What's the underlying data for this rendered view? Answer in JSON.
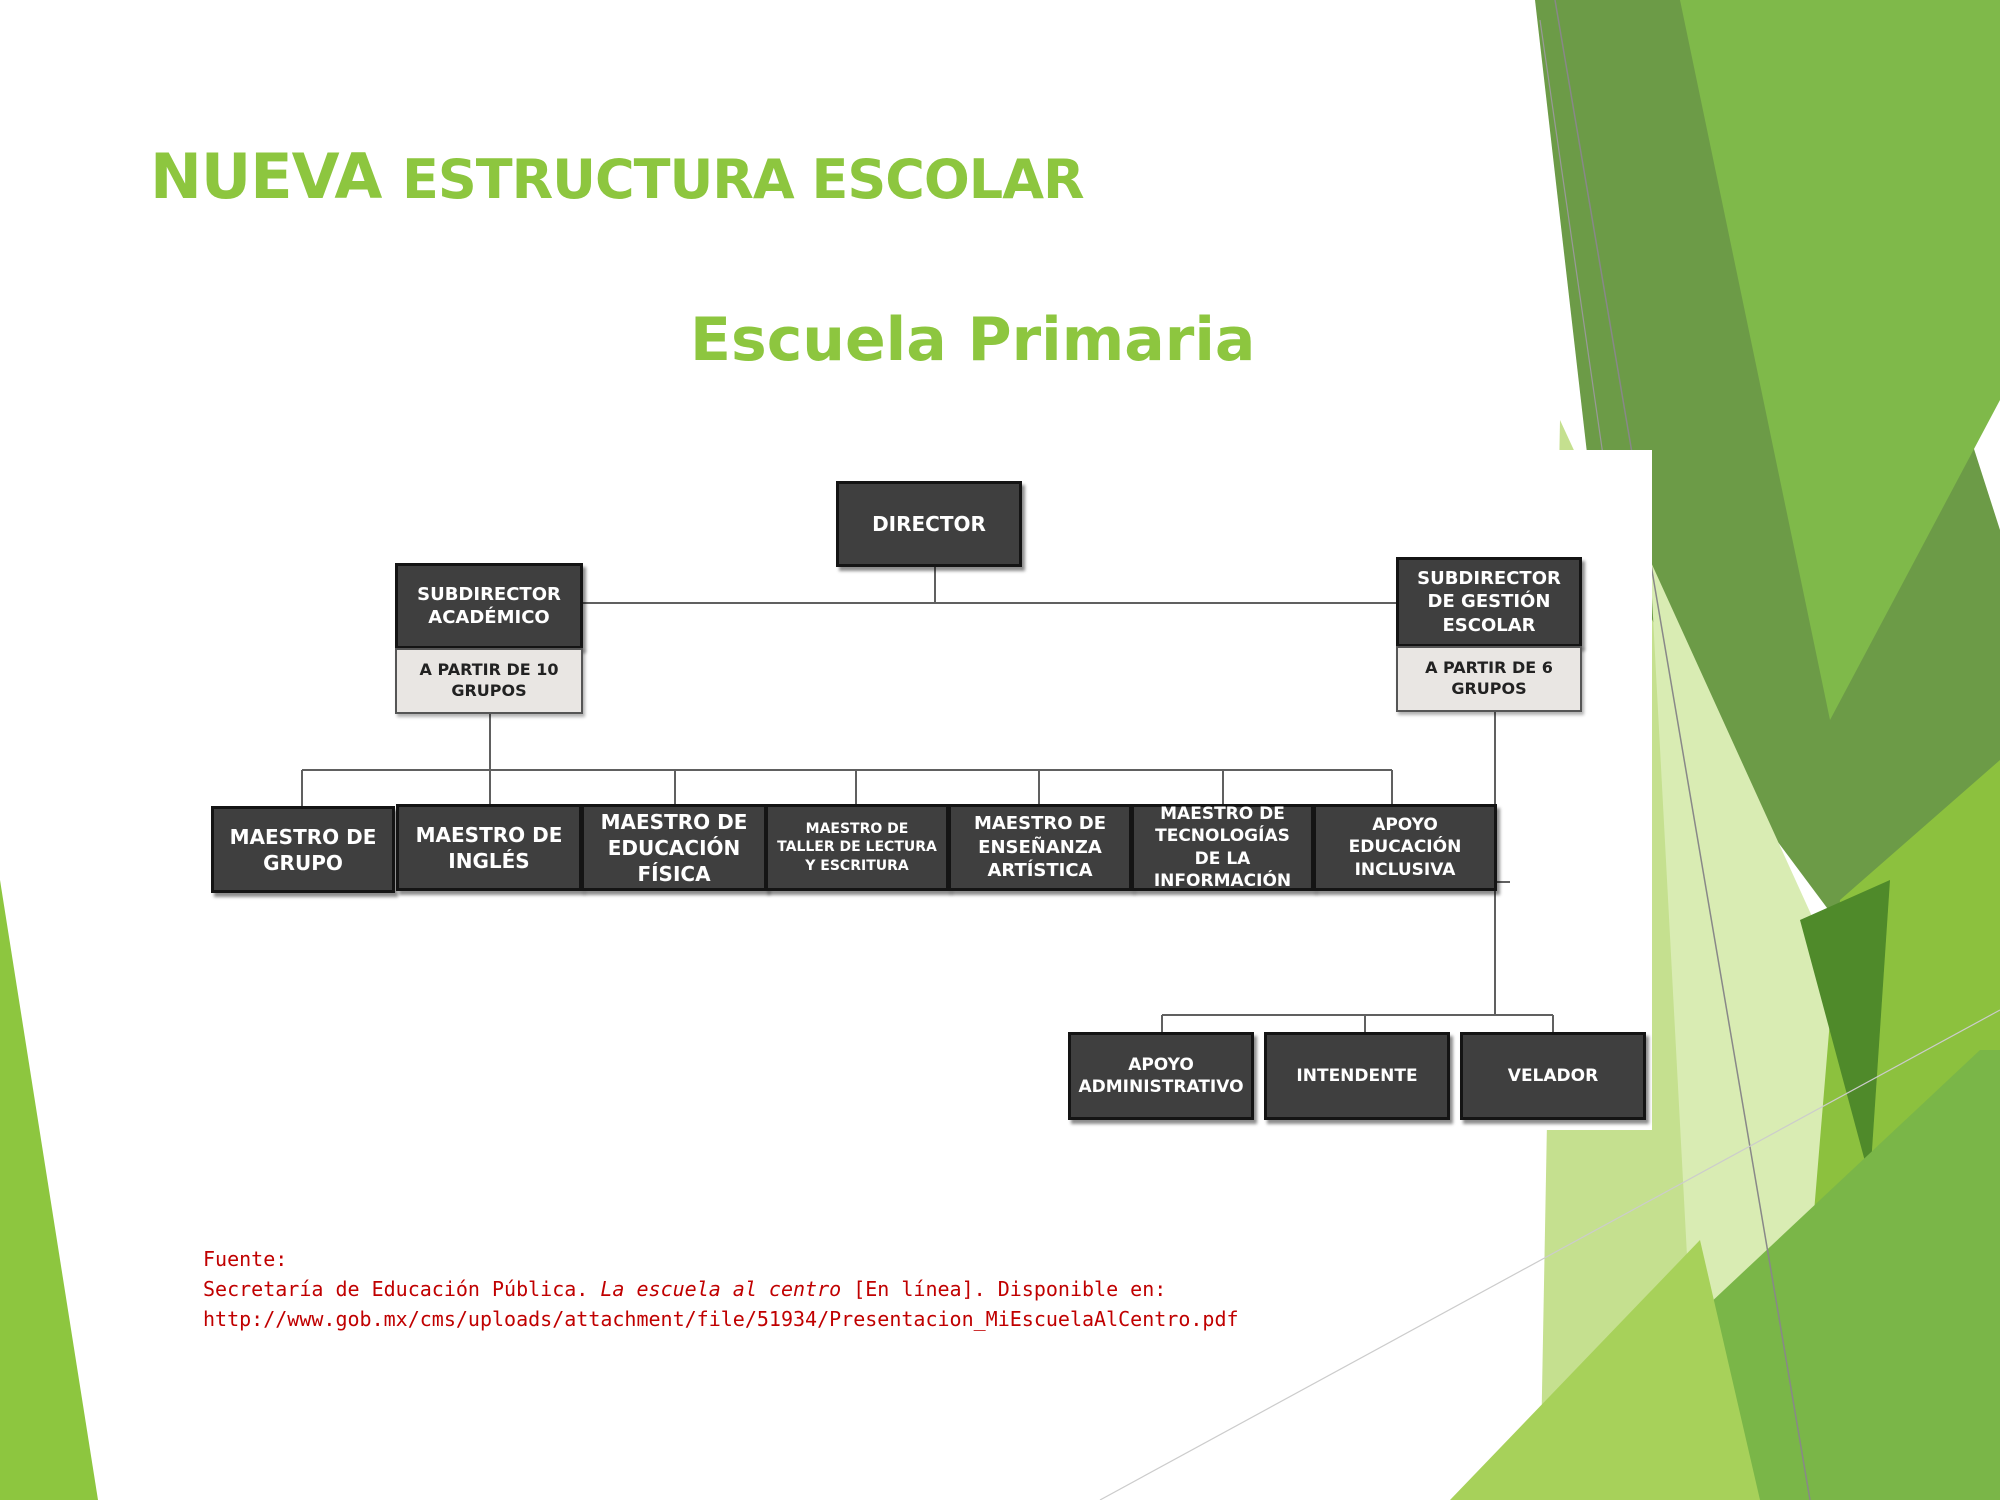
{
  "slide": {
    "title_part1": "NUEVA",
    "title_part2": "ESTRUCTURA ESCOLAR",
    "subtitle": "Escuela Primaria"
  },
  "colors": {
    "title": "#8dc63f",
    "box_dark": "#3f3f3f",
    "box_light": "#e9e6e3",
    "connector": "#606060",
    "source_text": "#c00000",
    "deco_greens": [
      "#8dc63f",
      "#7ab648",
      "#5f9636",
      "#a7d15a",
      "#c5e08f",
      "#d9ecb3"
    ]
  },
  "org_chart": {
    "director": "DIRECTOR",
    "subdirector_academico": "SUBDIRECTOR ACADÉMICO",
    "subdirector_academico_note": "A PARTIR DE 10 GRUPOS",
    "subdirector_gestion": "SUBDIRECTOR DE GESTIÓN ESCOLAR",
    "subdirector_gestion_note": "A PARTIR DE 6 GRUPOS",
    "teachers": [
      "MAESTRO DE GRUPO",
      "MAESTRO DE INGLÉS",
      "MAESTRO DE EDUCACIÓN FÍSICA",
      "MAESTRO DE TALLER DE LECTURA Y ESCRITURA",
      "MAESTRO DE ENSEÑANZA ARTÍSTICA",
      "MAESTRO DE TECNOLOGÍAS DE LA INFORMACIÓN",
      "APOYO EDUCACIÓN INCLUSIVA"
    ],
    "support_staff": [
      "APOYO ADMINISTRATIVO",
      "INTENDENTE",
      "VELADOR"
    ]
  },
  "source": {
    "label": "Fuente:",
    "text_before": "Secretaría de Educación Pública. ",
    "text_italic": "La escuela al centro",
    "text_after": " [En línea]. Disponible en:",
    "url": "http://www.gob.mx/cms/uploads/attachment/file/51934/Presentacion_MiEscuelaAlCentro.pdf"
  }
}
